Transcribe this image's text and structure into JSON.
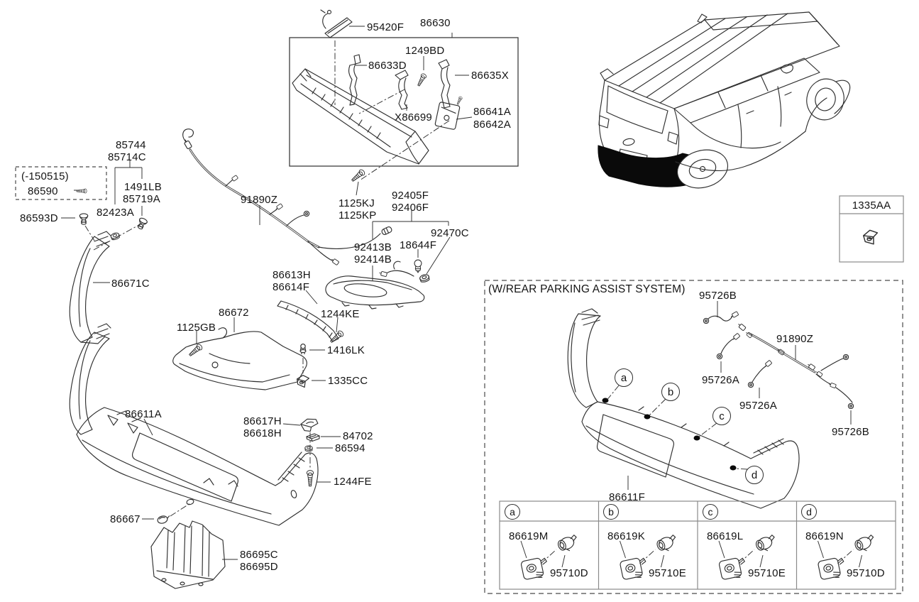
{
  "colors": {
    "line": "#2f2f2f",
    "text": "#141414",
    "bumper_highlight_fill": "#0a0a0a",
    "box_gray": "#8a8a8a"
  },
  "labels": {
    "p95420F": "95420F",
    "p86630": "86630",
    "p1249BD": "1249BD",
    "p86633D": "86633D",
    "p86635X": "86635X",
    "pX86699": "X86699",
    "p86641A": "86641A",
    "p86642A": "86642A",
    "p85744": "85744",
    "p85714C": "85714C",
    "note_date": "(-150515)",
    "p86590": "86590",
    "p1491LB": "1491LB",
    "p85719A": "85719A",
    "p82423A": "82423A",
    "p86593D": "86593D",
    "p86671C": "86671C",
    "p91890Z": "91890Z",
    "p1125KJ": "1125KJ",
    "p1125KP": "1125KP",
    "p92405F": "92405F",
    "p92406F": "92406F",
    "p92470C": "92470C",
    "p92413B": "92413B",
    "p92414B": "92414B",
    "p18644F": "18644F",
    "p86613H": "86613H",
    "p86614F": "86614F",
    "p86672": "86672",
    "p1125GB": "1125GB",
    "p1244KE": "1244KE",
    "p1416LK": "1416LK",
    "p1335CC": "1335CC",
    "p86611A": "86611A",
    "p86617H": "86617H",
    "p86618H": "86618H",
    "p84702": "84702",
    "p86594": "86594",
    "p1244FE": "1244FE",
    "p86667": "86667",
    "p86695C": "86695C",
    "p86695D": "86695D",
    "p1335AA": "1335AA"
  },
  "pas": {
    "header": "(W/REAR PARKING ASSIST SYSTEM)",
    "p95726B_top": "95726B",
    "p91890Z": "91890Z",
    "p95726A_left": "95726A",
    "p95726A_mid": "95726A",
    "p95726B_right": "95726B",
    "p86611F": "86611F"
  },
  "sensor_table": [
    {
      "callout": "a",
      "bracket_part": "86619M",
      "sensor_part": "95710D"
    },
    {
      "callout": "b",
      "bracket_part": "86619K",
      "sensor_part": "95710E"
    },
    {
      "callout": "c",
      "bracket_part": "86619L",
      "sensor_part": "95710E"
    },
    {
      "callout": "d",
      "bracket_part": "86619N",
      "sensor_part": "95710D"
    }
  ]
}
